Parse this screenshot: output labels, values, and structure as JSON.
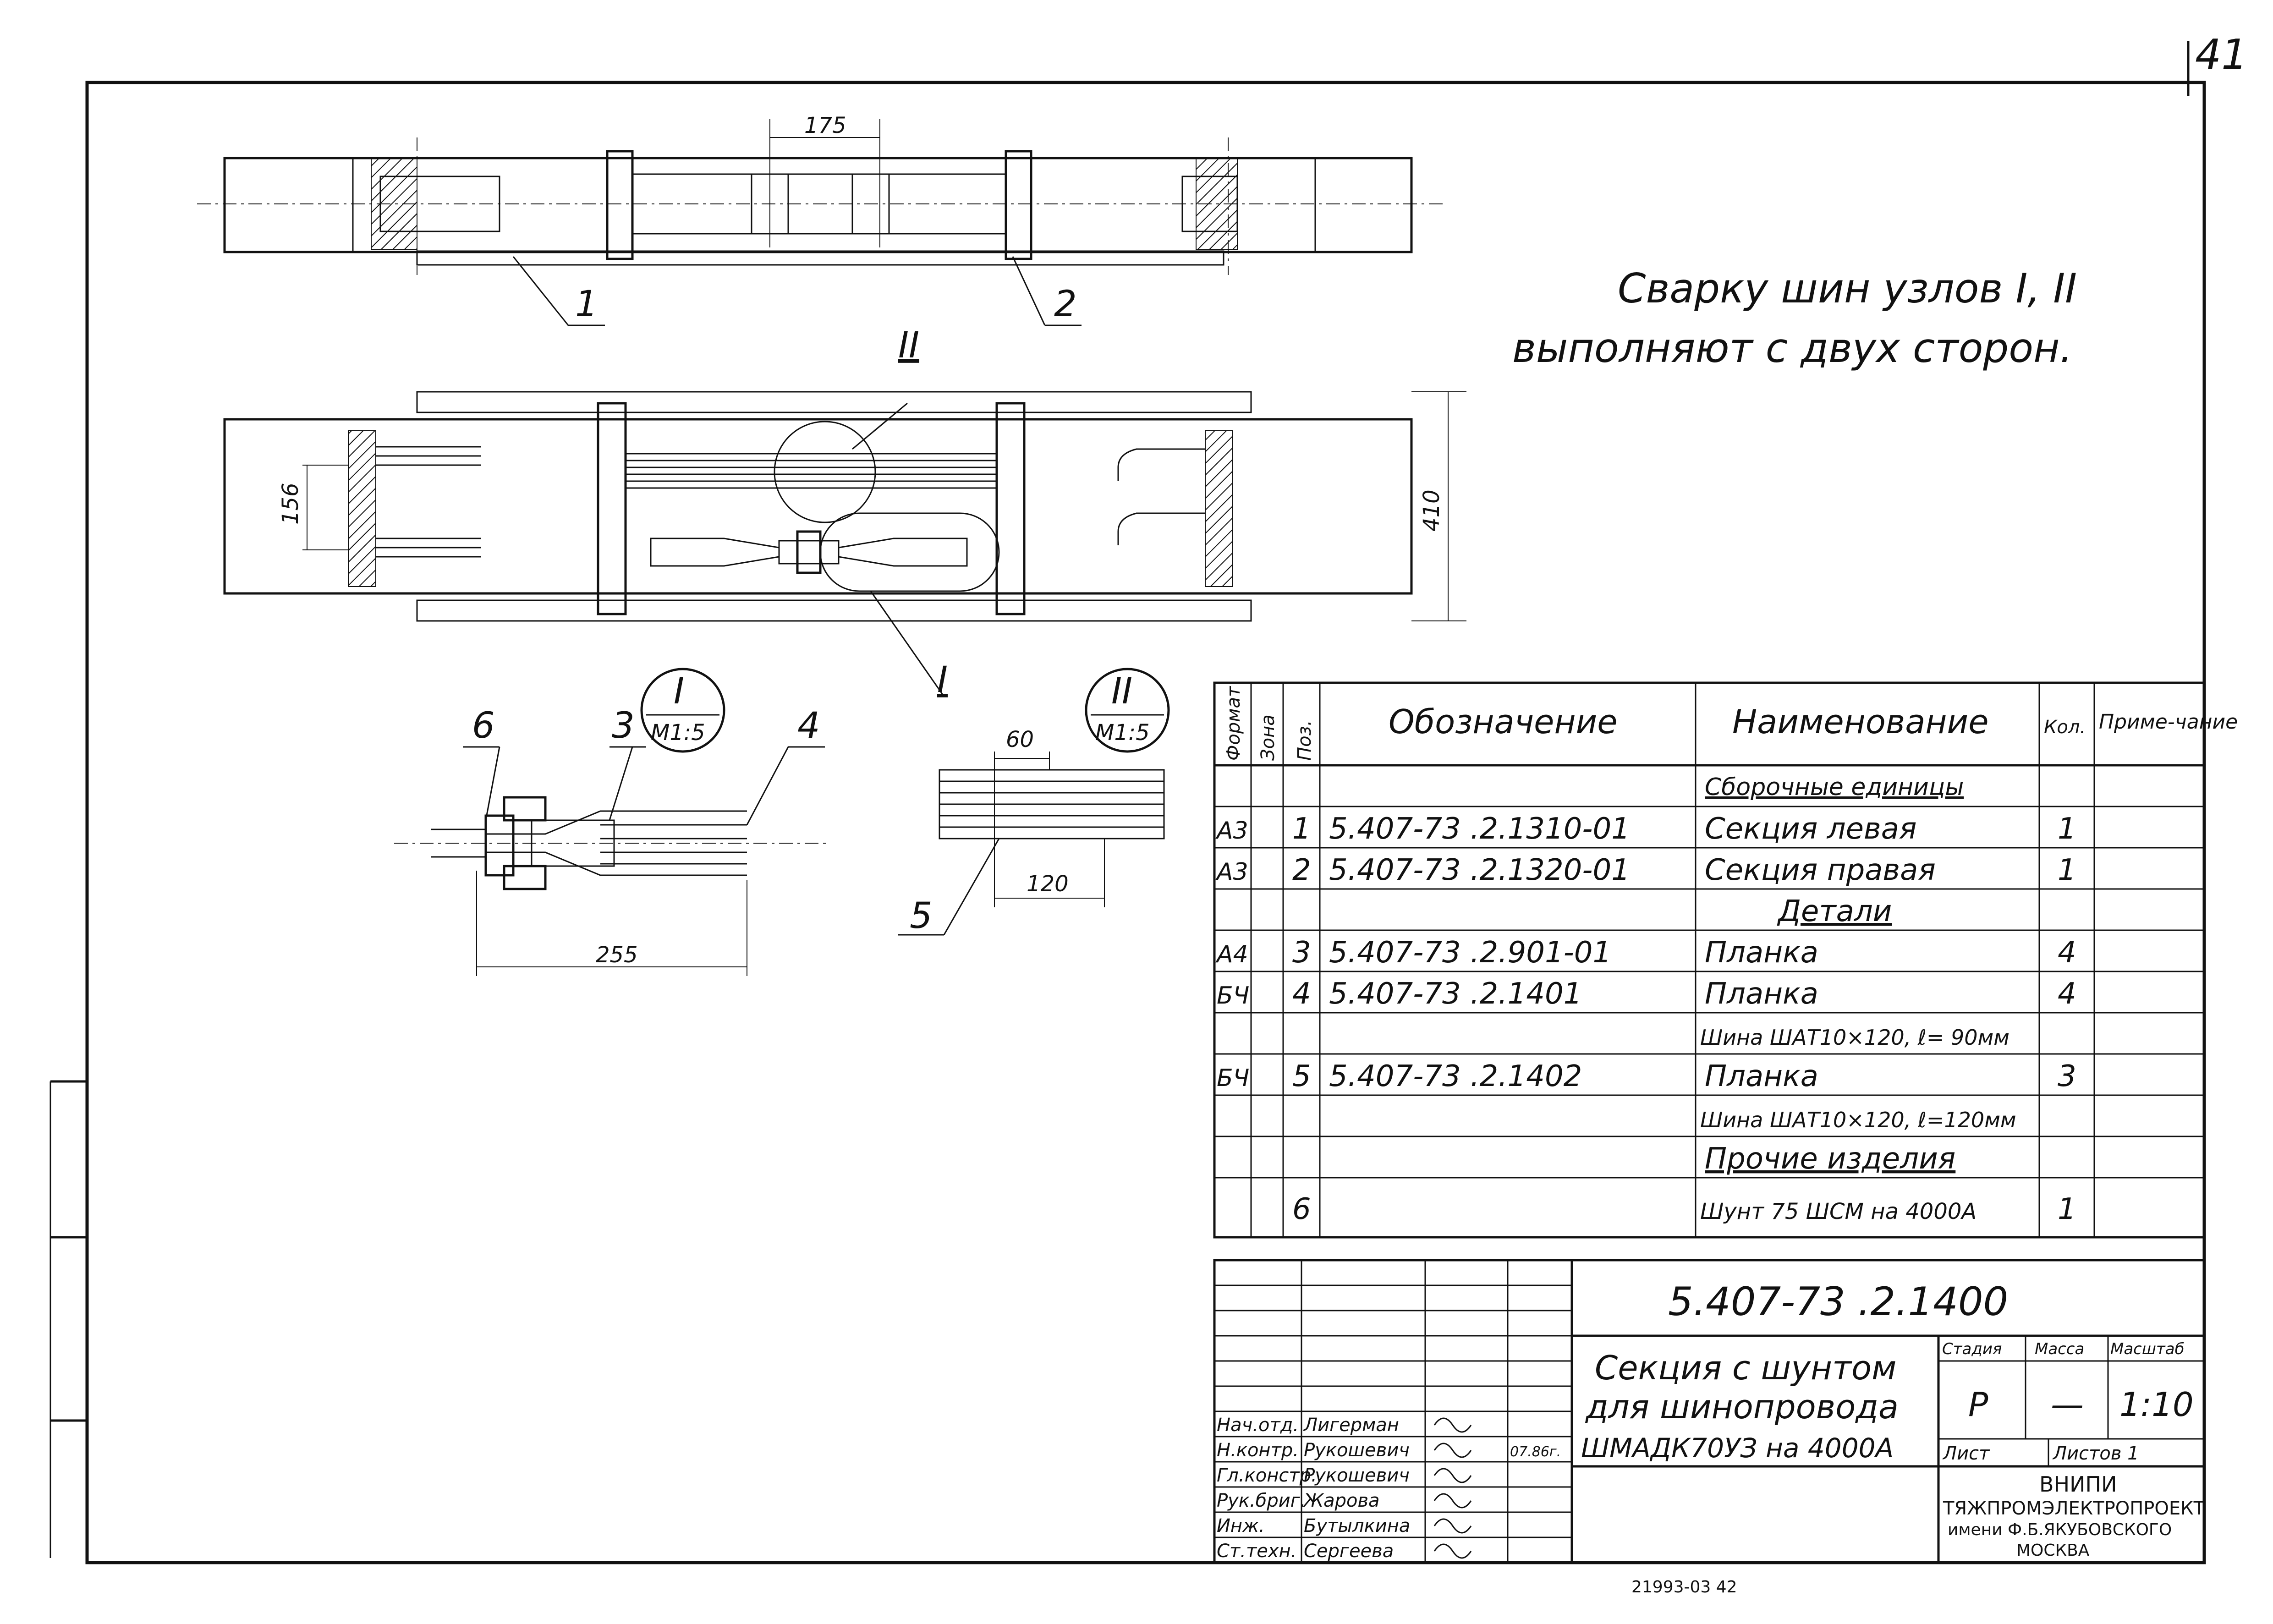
{
  "sheet_number": "41",
  "dimensions": {
    "d175": "175",
    "d156": "156",
    "d410": "410",
    "d60": "60",
    "d120": "120",
    "d255": "255"
  },
  "callouts": {
    "p1": "1",
    "p2": "2",
    "p3": "3",
    "p4": "4",
    "p5": "5",
    "p6": "6",
    "node1": "I",
    "node2": "II"
  },
  "detail_scale": "M1:5",
  "note": {
    "line1": "Сварку шин узлов I, II",
    "line2": "выполняют с двух сторон."
  },
  "spec": {
    "headers": {
      "format": "Формат",
      "zone": "Зона",
      "pos": "Поз.",
      "designation": "Обозначение",
      "name": "Наименование",
      "qty": "Кол.",
      "note": "Приме-чание"
    },
    "rows": [
      {
        "format": "",
        "pos": "",
        "designation": "",
        "name": "Сборочные единицы",
        "qty": ""
      },
      {
        "format": "А3",
        "pos": "1",
        "designation": "5.407-73 .2.1310-01",
        "name": "Секция левая",
        "qty": "1"
      },
      {
        "format": "А3",
        "pos": "2",
        "designation": "5.407-73 .2.1320-01",
        "name": "Секция правая",
        "qty": "1"
      },
      {
        "format": "",
        "pos": "",
        "designation": "",
        "name": "Детали",
        "qty": ""
      },
      {
        "format": "А4",
        "pos": "3",
        "designation": "5.407-73 .2.901-01",
        "name": "Планка",
        "qty": "4"
      },
      {
        "format": "БЧ",
        "pos": "4",
        "designation": "5.407-73 .2.1401",
        "name": "Планка",
        "qty": "4"
      },
      {
        "format": "",
        "pos": "",
        "designation": "",
        "name": "Шина ШАТ10×120, ℓ= 90мм",
        "qty": ""
      },
      {
        "format": "БЧ",
        "pos": "5",
        "designation": "5.407-73 .2.1402",
        "name": "Планка",
        "qty": "3"
      },
      {
        "format": "",
        "pos": "",
        "designation": "",
        "name": "Шина ШАТ10×120, ℓ=120мм",
        "qty": ""
      },
      {
        "format": "",
        "pos": "",
        "designation": "",
        "name": "Прочие изделия",
        "qty": ""
      },
      {
        "format": "",
        "pos": "6",
        "designation": "",
        "name": "Шунт 75 ШСМ на 4000А",
        "qty": "1"
      }
    ]
  },
  "title_block": {
    "doc_number": "5.407-73 .2.1400",
    "title_line1": "Секция с шунтом",
    "title_line2": "для шинопровода",
    "title_line3": "ШМАДК70УЗ на 4000А",
    "stage_label": "Стадия",
    "mass_label": "Масса",
    "scale_label": "Масштаб",
    "stage": "Р",
    "mass": "—",
    "scale": "1:10",
    "sheet_label": "Лист",
    "sheets_label": "Листов 1",
    "org1": "ВНИПИ",
    "org2": "ТЯЖПРОМЭЛЕКТРОПРОЕКТ",
    "org3": "имени Ф.Б.ЯКУБОВСКОГО",
    "org4": "МОСКВА",
    "signers": [
      {
        "role": "Нач.отд.",
        "name": "Лигерман"
      },
      {
        "role": "Н.контр.",
        "name": "Рукошевич"
      },
      {
        "role": "Гл.констр.",
        "name": "Рукошевич"
      },
      {
        "role": "Рук.бриг.",
        "name": "Жарова"
      },
      {
        "role": "Инж.",
        "name": "Бутылкина"
      },
      {
        "role": "Ст.техн.",
        "name": "Сергеева"
      }
    ],
    "date": "07.86г."
  },
  "bottom_code": "21993-03   42"
}
